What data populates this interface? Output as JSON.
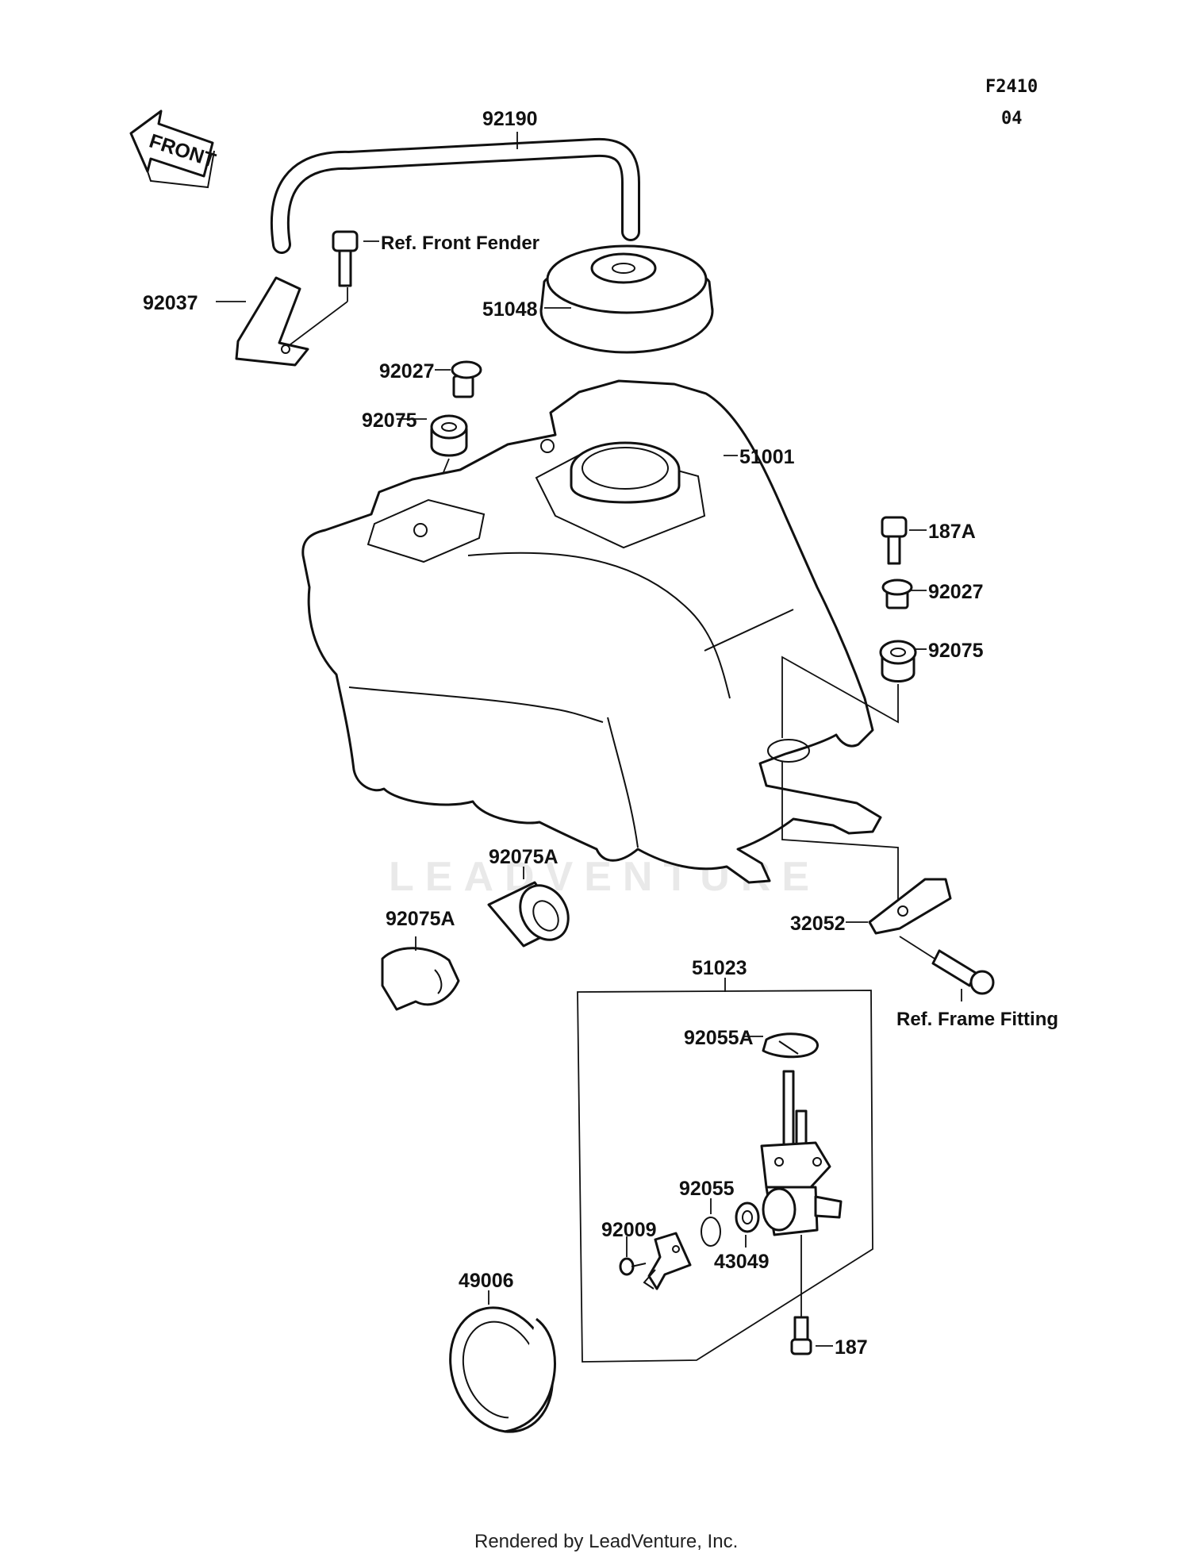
{
  "diagram": {
    "code": "F2410",
    "code_sub": "04",
    "front_label": "FRONT",
    "watermark": "LEADVENTURE",
    "footer": "Rendered by LeadVenture, Inc.",
    "parts": {
      "p92190": "92190",
      "ref_front_fender": "Ref. Front Fender",
      "p92037": "92037",
      "p51048": "51048",
      "p92027_left": "92027",
      "p92075_left": "92075",
      "p51001": "51001",
      "p187A": "187A",
      "p92027_right": "92027",
      "p92075_right": "92075",
      "p92075A_upper": "92075A",
      "p92075A_lower": "92075A",
      "p32052": "32052",
      "ref_frame_fitting": "Ref. Frame Fitting",
      "p51023": "51023",
      "p92055A": "92055A",
      "p92055": "92055",
      "p92009": "92009",
      "p43049": "43049",
      "p49006": "49006",
      "p187": "187"
    }
  }
}
